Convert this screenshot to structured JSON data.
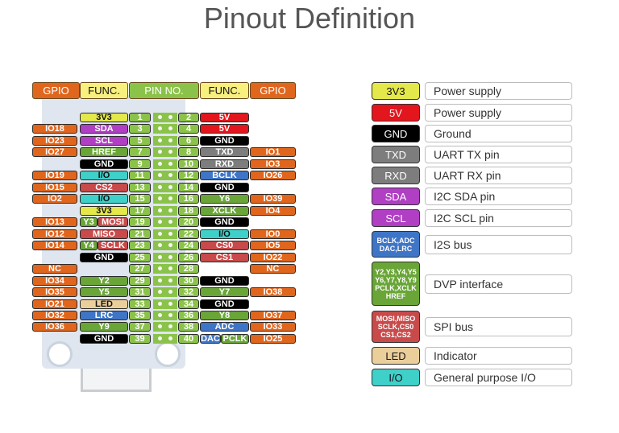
{
  "title": "Pinout Definition",
  "headers": [
    "GPIO",
    "FUNC.",
    "PIN NO.",
    "FUNC.",
    "GPIO"
  ],
  "colors": {
    "gpio": "#e0661e",
    "func_header": "#f7ef7e",
    "pin_no": "#8bc34a",
    "power_3v3": "#e4e84a",
    "power_5v": "#e3161d",
    "ground": "#000000",
    "uart": "#7d7d7d",
    "i2c": "#b03fc4",
    "i2s": "#3f75c6",
    "dvp": "#6aa538",
    "spi": "#c84a4a",
    "indicator": "#ebcf9b",
    "io": "#3ed0c9",
    "nc": "#e0661e"
  },
  "rows": [
    {
      "l_gpio": "",
      "l_func": [
        {
          "t": "3V3",
          "c": "power_3v3"
        }
      ],
      "l_pin": "1",
      "r_pin": "2",
      "r_func": [
        {
          "t": "5V",
          "c": "power_5v"
        }
      ],
      "r_gpio": ""
    },
    {
      "l_gpio": "IO18",
      "l_func": [
        {
          "t": "SDA",
          "c": "i2c"
        }
      ],
      "l_pin": "3",
      "r_pin": "4",
      "r_func": [
        {
          "t": "5V",
          "c": "power_5v"
        }
      ],
      "r_gpio": ""
    },
    {
      "l_gpio": "IO23",
      "l_func": [
        {
          "t": "SCL",
          "c": "i2c"
        }
      ],
      "l_pin": "5",
      "r_pin": "6",
      "r_func": [
        {
          "t": "GND",
          "c": "ground"
        }
      ],
      "r_gpio": ""
    },
    {
      "l_gpio": "IO27",
      "l_func": [
        {
          "t": "HREF",
          "c": "dvp"
        }
      ],
      "l_pin": "7",
      "r_pin": "8",
      "r_func": [
        {
          "t": "TXD",
          "c": "uart"
        }
      ],
      "r_gpio": "IO1"
    },
    {
      "l_gpio": "",
      "l_func": [
        {
          "t": "GND",
          "c": "ground"
        }
      ],
      "l_pin": "9",
      "r_pin": "10",
      "r_func": [
        {
          "t": "RXD",
          "c": "uart"
        }
      ],
      "r_gpio": "IO3"
    },
    {
      "l_gpio": "IO19",
      "l_func": [
        {
          "t": "I/O",
          "c": "io"
        }
      ],
      "l_pin": "11",
      "r_pin": "12",
      "r_func": [
        {
          "t": "BCLK",
          "c": "i2s"
        }
      ],
      "r_gpio": "IO26"
    },
    {
      "l_gpio": "IO15",
      "l_func": [
        {
          "t": "CS2",
          "c": "spi"
        }
      ],
      "l_pin": "13",
      "r_pin": "14",
      "r_func": [
        {
          "t": "GND",
          "c": "ground"
        }
      ],
      "r_gpio": ""
    },
    {
      "l_gpio": "IO2",
      "l_func": [
        {
          "t": "I/O",
          "c": "io"
        }
      ],
      "l_pin": "15",
      "r_pin": "16",
      "r_func": [
        {
          "t": "Y6",
          "c": "dvp"
        }
      ],
      "r_gpio": "IO39"
    },
    {
      "l_gpio": "",
      "l_func": [
        {
          "t": "3V3",
          "c": "power_3v3"
        }
      ],
      "l_pin": "17",
      "r_pin": "18",
      "r_func": [
        {
          "t": "XCLK",
          "c": "dvp"
        }
      ],
      "r_gpio": "IO4"
    },
    {
      "l_gpio": "IO13",
      "l_func": [
        {
          "t": "Y3",
          "c": "dvp"
        },
        {
          "t": "MOSI",
          "c": "spi"
        }
      ],
      "l_pin": "19",
      "r_pin": "20",
      "r_func": [
        {
          "t": "GND",
          "c": "ground"
        }
      ],
      "r_gpio": ""
    },
    {
      "l_gpio": "IO12",
      "l_func": [
        {
          "t": "MISO",
          "c": "spi"
        }
      ],
      "l_pin": "21",
      "r_pin": "22",
      "r_func": [
        {
          "t": "I/O",
          "c": "io"
        }
      ],
      "r_gpio": "IO0"
    },
    {
      "l_gpio": "IO14",
      "l_func": [
        {
          "t": "Y4",
          "c": "dvp"
        },
        {
          "t": "SCLK",
          "c": "spi"
        }
      ],
      "l_pin": "23",
      "r_pin": "24",
      "r_func": [
        {
          "t": "CS0",
          "c": "spi"
        }
      ],
      "r_gpio": "IO5"
    },
    {
      "l_gpio": "",
      "l_func": [
        {
          "t": "GND",
          "c": "ground"
        }
      ],
      "l_pin": "25",
      "r_pin": "26",
      "r_func": [
        {
          "t": "CS1",
          "c": "spi"
        }
      ],
      "r_gpio": "IO22"
    },
    {
      "l_gpio": "NC",
      "l_func": [],
      "l_pin": "27",
      "r_pin": "28",
      "r_func": [],
      "r_gpio": "NC"
    },
    {
      "l_gpio": "IO34",
      "l_func": [
        {
          "t": "Y2",
          "c": "dvp"
        }
      ],
      "l_pin": "29",
      "r_pin": "30",
      "r_func": [
        {
          "t": "GND",
          "c": "ground"
        }
      ],
      "r_gpio": ""
    },
    {
      "l_gpio": "IO35",
      "l_func": [
        {
          "t": "Y5",
          "c": "dvp"
        }
      ],
      "l_pin": "31",
      "r_pin": "32",
      "r_func": [
        {
          "t": "Y7",
          "c": "dvp"
        }
      ],
      "r_gpio": "IO38"
    },
    {
      "l_gpio": "IO21",
      "l_func": [
        {
          "t": "LED",
          "c": "indicator"
        }
      ],
      "l_pin": "33",
      "r_pin": "34",
      "r_func": [
        {
          "t": "GND",
          "c": "ground"
        }
      ],
      "r_gpio": ""
    },
    {
      "l_gpio": "IO32",
      "l_func": [
        {
          "t": "LRC",
          "c": "i2s"
        }
      ],
      "l_pin": "35",
      "r_pin": "36",
      "r_func": [
        {
          "t": "Y8",
          "c": "dvp"
        }
      ],
      "r_gpio": "IO37"
    },
    {
      "l_gpio": "IO36",
      "l_func": [
        {
          "t": "Y9",
          "c": "dvp"
        }
      ],
      "l_pin": "37",
      "r_pin": "38",
      "r_func": [
        {
          "t": "ADC",
          "c": "i2s"
        }
      ],
      "r_gpio": "IO33"
    },
    {
      "l_gpio": "",
      "l_func": [
        {
          "t": "GND",
          "c": "ground"
        }
      ],
      "l_pin": "39",
      "r_pin": "40",
      "r_func": [
        {
          "t": "DAC",
          "c": "i2s"
        },
        {
          "t": "PCLK",
          "c": "dvp"
        }
      ],
      "r_gpio": "IO25"
    }
  ],
  "legend": [
    {
      "label": "3V3",
      "c": "power_3v3",
      "desc": "Power supply"
    },
    {
      "label": "5V",
      "c": "power_5v",
      "desc": "Power supply"
    },
    {
      "label": "GND",
      "c": "ground",
      "desc": "Ground"
    },
    {
      "label": "TXD",
      "c": "uart",
      "desc": "UART TX pin"
    },
    {
      "label": "RXD",
      "c": "uart",
      "desc": "UART RX pin"
    },
    {
      "label": "SDA",
      "c": "i2c",
      "desc": "I2C SDA pin"
    },
    {
      "label": "SCL",
      "c": "i2c",
      "desc": "I2C SCL pin"
    },
    {
      "label": "BCLK,ADC DAC,LRC",
      "c": "i2s",
      "desc": "I2S bus"
    },
    {
      "label": "Y2,Y3,Y4,Y5 Y6,Y7,Y8,Y9 PCLK,XCLK HREF",
      "c": "dvp",
      "desc": "DVP interface"
    },
    {
      "label": "MOSI,MISO SCLK,CS0 CS1,CS2",
      "c": "spi",
      "desc": "SPI bus"
    },
    {
      "label": "LED",
      "c": "indicator",
      "desc": "Indicator"
    },
    {
      "label": "I/O",
      "c": "io",
      "desc": "General purpose I/O"
    }
  ]
}
